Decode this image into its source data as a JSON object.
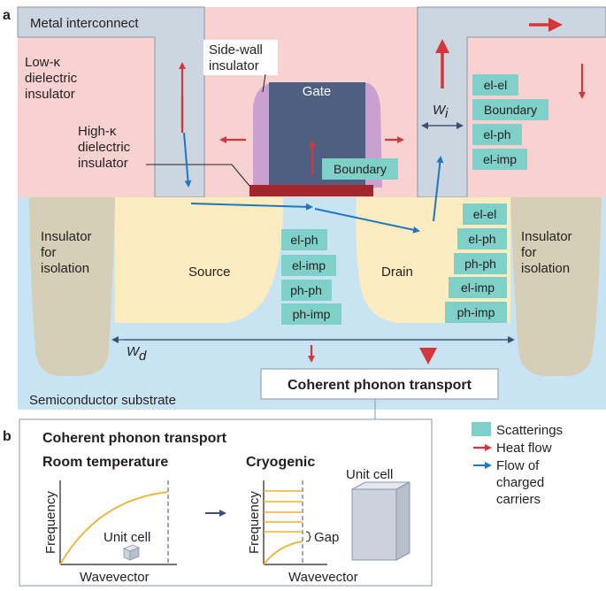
{
  "panel_a": {
    "letter": "a",
    "metal_interconnect": "Metal interconnect",
    "low_k": [
      "Low-κ",
      "dielectric",
      "insulator"
    ],
    "side_wall": [
      "Side-wall",
      "insulator"
    ],
    "gate": "Gate",
    "high_k": [
      "High-κ",
      "dielectric",
      "insulator"
    ],
    "boundary_gate": "Boundary",
    "wi": "W",
    "wi_sub": "i",
    "wd": "W",
    "wd_sub": "d",
    "insulator_left": [
      "Insulator",
      "for",
      "isolation"
    ],
    "insulator_right": [
      "Insulator",
      "for",
      "isolation"
    ],
    "source": "Source",
    "drain": "Drain",
    "substrate": "Semiconductor substrate",
    "coherent": "Coherent phonon transport",
    "scatter_top_right": [
      "el-el",
      "Boundary",
      "el-ph",
      "el-imp"
    ],
    "scatter_center": [
      "el-ph",
      "el-imp",
      "ph-ph",
      "ph-imp"
    ],
    "scatter_drain": [
      "el-el",
      "el-ph",
      "ph-ph",
      "el-imp",
      "ph-imp"
    ]
  },
  "panel_b": {
    "letter": "b",
    "title": "Coherent phonon transport",
    "room": "Room temperature",
    "cryo": "Cryogenic",
    "ylabel": "Frequency",
    "xlabel": "Wavevector",
    "unit_cell_small": "Unit cell",
    "unit_cell_big": "Unit cell",
    "gap": "Gap"
  },
  "legend": {
    "scatterings": "Scatterings",
    "heat_flow": "Heat flow",
    "charged": [
      "Flow of",
      "charged",
      "carriers"
    ]
  },
  "colors": {
    "dielectric": "#f8d1d1",
    "substrate": "#c8e4f3",
    "metal": "#ccd6e0",
    "source_drain": "#fdecc0",
    "isolation": "#d4cfb6",
    "gate": "#4f5f82",
    "sidewall": "#c9a0d0",
    "highk": "#a3262d",
    "scatter_box": "#7fd0c8",
    "heat": "#d4373b",
    "carriers": "#1f77c0",
    "curve": "#f0b030"
  }
}
